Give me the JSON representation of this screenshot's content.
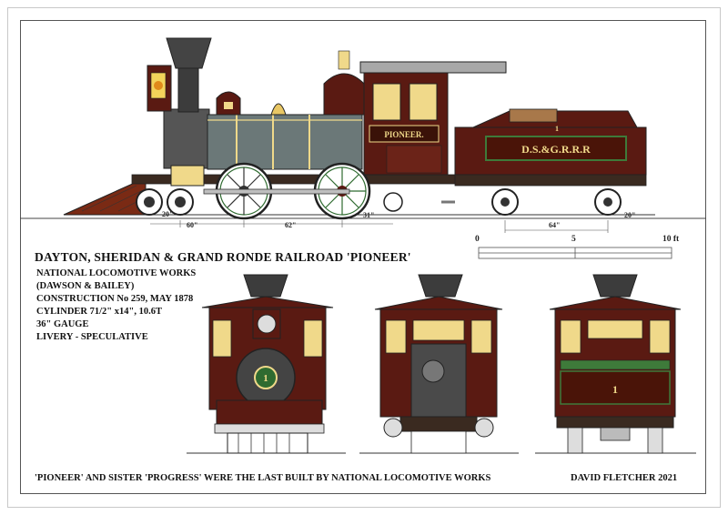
{
  "drawing": {
    "title": "DAYTON, SHERIDAN & GRAND RONDE RAILROAD 'PIONEER'",
    "specs": [
      "NATIONAL LOCOMOTIVE WORKS",
      "(DAWSON & BAILEY)",
      "CONSTRUCTION No 259, MAY 1878",
      "CYLINDER 71/2\" x14\", 10.6T",
      "36\" GAUGE",
      "LIVERY - SPECULATIVE"
    ],
    "footer_note": "'PIONEER' AND SISTER 'PROGRESS' WERE THE LAST BUILT BY NATIONAL LOCOMOTIVE WORKS",
    "author": "DAVID FLETCHER 2021"
  },
  "locomotive": {
    "name_plate": "PIONEER.",
    "number": "1",
    "tender_lettering": "D.S.&G.R.R.R",
    "tender_number": "1"
  },
  "dimensions": {
    "d1": "20\"",
    "d2": "60\"",
    "d3": "62\"",
    "d4": "31\"",
    "d5": "64\"",
    "d6": "20\""
  },
  "scale_bar": {
    "label_start": "0",
    "label_mid": "5",
    "label_end": "10 ft"
  },
  "colors": {
    "boiler": "#6b7878",
    "maroon": "#5a1a12",
    "brass": "#f0d98a",
    "black": "#2a2a2a",
    "green_stripe": "#3e7a3a"
  }
}
